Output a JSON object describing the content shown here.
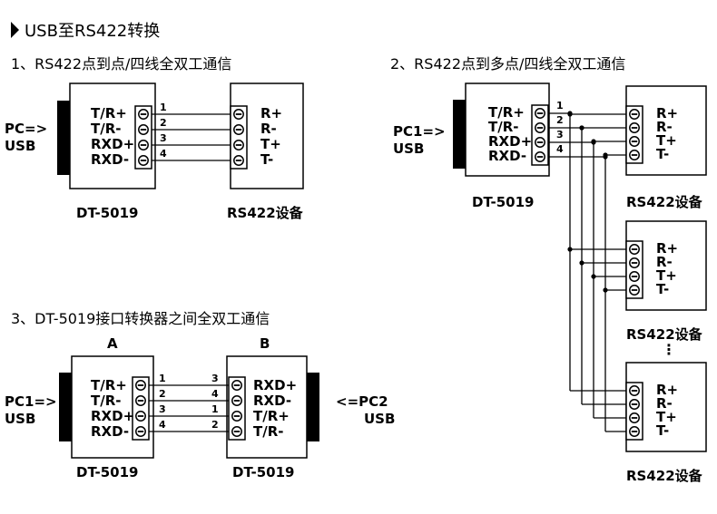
{
  "title": "USB至RS422转换",
  "sections": {
    "s1": {
      "heading": "1、RS422点到点/四线全双工通信",
      "pc_label": [
        "PC=>",
        "USB"
      ],
      "converter_pins": [
        "T/R+",
        "T/R-",
        "RXD+",
        "RXD-"
      ],
      "wire_numbers": [
        "1",
        "2",
        "3",
        "4"
      ],
      "device_pins": [
        "R+",
        "R-",
        "T+",
        "T-"
      ],
      "converter_name": "DT-5019",
      "device_name": "RS422设备"
    },
    "s2": {
      "heading": "2、RS422点到多点/四线全双工通信",
      "pc_label": [
        "PC1=>",
        "USB"
      ],
      "converter_pins": [
        "T/R+",
        "T/R-",
        "RXD+",
        "RXD-"
      ],
      "wire_numbers": [
        "1",
        "2",
        "3",
        "4"
      ],
      "device_pins": [
        "R+",
        "R-",
        "T+",
        "T-"
      ],
      "converter_name": "DT-5019",
      "device_name": "RS422设备",
      "ellipsis": "⋮"
    },
    "s3": {
      "heading": "3、DT-5019接口转换器之间全双工通信",
      "label_a": "A",
      "label_b": "B",
      "pc1_label": [
        "PC1=>",
        "USB"
      ],
      "pc2_label": [
        "<=PC2",
        "USB"
      ],
      "a_pins": [
        "T/R+",
        "T/R-",
        "RXD+",
        "RXD-"
      ],
      "a_wire_numbers": [
        "1",
        "2",
        "3",
        "4"
      ],
      "b_wire_numbers": [
        "3",
        "4",
        "1",
        "2"
      ],
      "b_pins": [
        "RXD+",
        "RXD-",
        "T/R+",
        "T/R-"
      ],
      "converter_name": "DT-5019"
    }
  }
}
